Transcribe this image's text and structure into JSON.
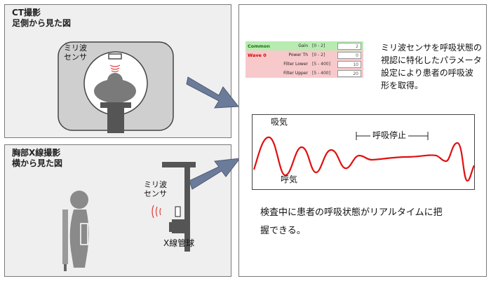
{
  "ct_panel": {
    "title_line1": "CT撮影",
    "title_line2": "足側から見た図",
    "sensor_label_line1": "ミリ波",
    "sensor_label_line2": "センサ"
  },
  "xray_panel": {
    "title_line1": "胸部X線撮影",
    "title_line2": "横から見た図",
    "sensor_label_line1": "ミリ波",
    "sensor_label_line2": "センサ",
    "tube_label": "X線管球"
  },
  "params": {
    "common": {
      "section": "Common",
      "name": "Gain",
      "range": "[0 - 2]",
      "value": "2"
    },
    "wave": [
      {
        "section": "Wave 0",
        "name": "Power Th",
        "range": "[0 - 2]",
        "value": "0"
      },
      {
        "section": "",
        "name": "Filter Lower",
        "range": "[5 - 400]",
        "value": "10"
      },
      {
        "section": "",
        "name": "Filter Upper",
        "range": "[5 - 400]",
        "value": "20"
      }
    ]
  },
  "description": {
    "line1": "ミリ波センサを呼吸状態の",
    "line2": "視認に特化したパラメータ",
    "line3": "設定により患者の呼吸波",
    "line4": "形を取得。"
  },
  "waveform": {
    "label_inhale": "吸気",
    "label_exhale": "呼気",
    "label_apnea": "呼吸停止",
    "color": "#e01010"
  },
  "summary": {
    "line1": "検査中に患者の呼吸状態がリアルタイムに把",
    "line2": "握できる。"
  },
  "colors": {
    "arrow": "#6b7c9a",
    "panel_bg": "#efefef",
    "common_bg": "#b7ecb0",
    "wave_bg": "#f7c9cb",
    "wave_line": "#e01010"
  }
}
